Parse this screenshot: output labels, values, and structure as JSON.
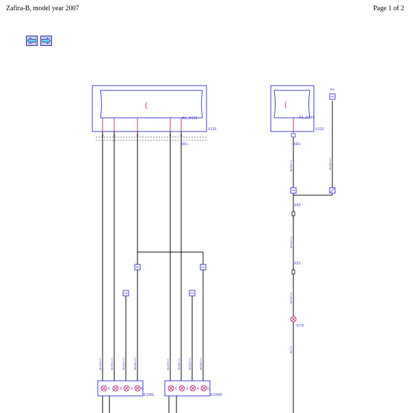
{
  "header": {
    "title": "Zafira-B, model year 2007",
    "page": "Page 1 of 2"
  },
  "nav": {
    "back_label": "Back",
    "forward_label": "Forward"
  },
  "diagram": {
    "left_module": {
      "name": "A1_X131",
      "connector": "X131",
      "ground": "XR1",
      "symbol": "{"
    },
    "right_module": {
      "name": "A1_X131",
      "connector": "X131",
      "ground": "XR1",
      "symbol": "{"
    },
    "top_right_connector": "B3",
    "splice_1": "X42",
    "splice_2": "X51",
    "lamp": "E79",
    "lamp_group_left": "E106L",
    "lamp_group_right": "E106R",
    "pin_labels_left": [
      "6",
      "4",
      "3",
      "6",
      "5"
    ],
    "lamp_numbers": [
      "6",
      "3",
      "4",
      "5"
    ],
    "wire_labels": {
      "w1": "BK/WH 0.5",
      "w2": "BK/GN 0.5",
      "w3": "BN/OG 0.5",
      "w4": "BN/WH 0.5",
      "w5": "BN/YE 0.5",
      "w6": "BK/GN 0.5",
      "w7": "BN/OG 0.5",
      "w8": "BN/WH 0.5",
      "w9": "BK/RD 0.5",
      "w10": "BN/WH 0.5",
      "w11": "BN/OG 0.5",
      "w12": "BN/YE 0.5",
      "w13": "BN 0.5"
    }
  }
}
